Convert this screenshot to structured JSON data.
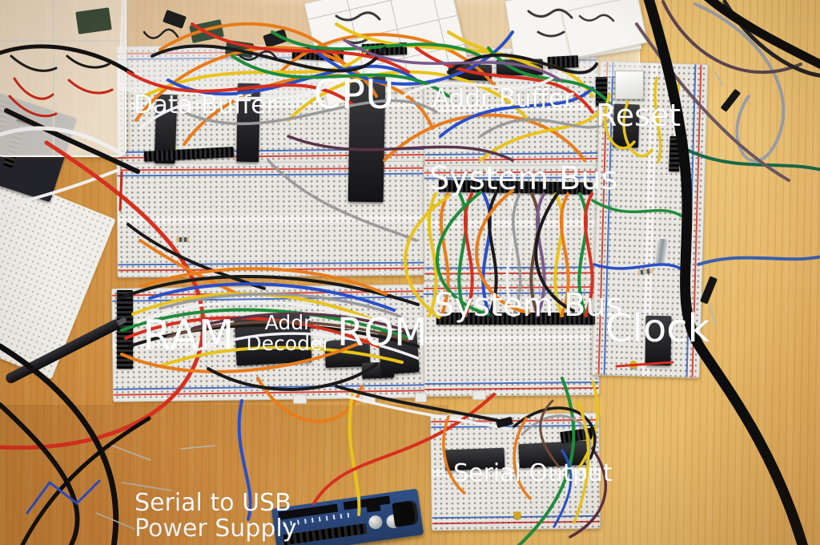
{
  "annotations": {
    "data_buffer": "Data Buffer",
    "cpu": "CPU",
    "addr_buffer": "Addr Buffer",
    "reset": "Reset",
    "system_bus_top": "System Bus",
    "system_bus_bottom": "System Bus",
    "ram": "RAM",
    "addr_decoder_line1": "Addr",
    "addr_decoder_line2": "Decoder",
    "rom": "ROM",
    "clock": "Clock",
    "serial_output": "Serial Output",
    "power_supply_line1": "Serial to USB",
    "power_supply_line2": "Power Supply"
  },
  "colors": {
    "wood": "#d79a4a",
    "breadboard": "#e9e7e2",
    "rail_red": "#d8453c",
    "rail_blue": "#4a72c4",
    "label_text": "#ffffff",
    "arduino_blue": "#2f5088",
    "wire_palette": [
      "#e8c31b",
      "#e87c1b",
      "#d63020",
      "#2a4fc9",
      "#1f8c3b",
      "#1a1a1a",
      "#f0f0f0",
      "#9a9a9a",
      "#6b4a3a",
      "#7a5a8a"
    ]
  }
}
